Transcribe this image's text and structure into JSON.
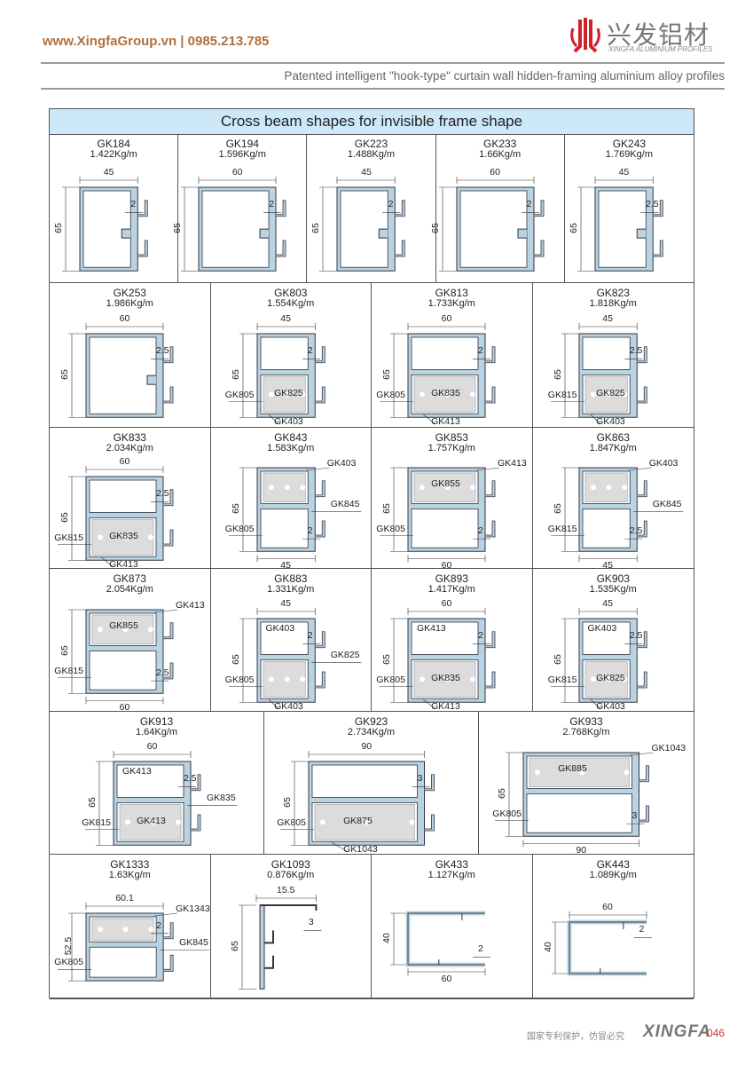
{
  "header": {
    "site": "www.XingfaGroup.vn | 0985.213.785",
    "logo_cn": "兴发铝材",
    "logo_en": "XINGFA ALUMINIUM PROFILES",
    "subtitle": "Patented intelligent \"hook-type\" curtain wall hidden-framing aluminium alloy profiles"
  },
  "table": {
    "title": "Cross beam shapes for invisible frame shape",
    "rows": [
      [
        {
          "code": "GK184",
          "weight": "1.422Kg/m",
          "w": "45",
          "h": "65",
          "gap": "2",
          "wpos": "top",
          "parts": []
        },
        {
          "code": "GK194",
          "weight": "1.596Kg/m",
          "w": "60",
          "h": "65",
          "gap": "2",
          "wpos": "top",
          "parts": []
        },
        {
          "code": "GK223",
          "weight": "1.488Kg/m",
          "w": "45",
          "h": "65",
          "gap": "2",
          "wpos": "top",
          "parts": []
        },
        {
          "code": "GK233",
          "weight": "1.66Kg/m",
          "w": "60",
          "h": "65",
          "gap": "2",
          "wpos": "top",
          "parts": []
        },
        {
          "code": "GK243",
          "weight": "1.769Kg/m",
          "w": "45",
          "h": "65",
          "gap": "2.5",
          "wpos": "top",
          "parts": []
        }
      ],
      [
        {
          "code": "GK253",
          "weight": "1.986Kg/m",
          "w": "60",
          "h": "65",
          "gap": "2.5",
          "wpos": "top",
          "parts": []
        },
        {
          "code": "GK803",
          "weight": "1.554Kg/m",
          "w": "45",
          "h": "65",
          "gap": "2",
          "wpos": "top",
          "parts": [
            {
              "t": "GK805",
              "s": "left"
            },
            {
              "t": "GK825",
              "s": "inner"
            },
            {
              "t": "GK403",
              "s": "bottom"
            }
          ]
        },
        {
          "code": "GK813",
          "weight": "1.733Kg/m",
          "w": "60",
          "h": "65",
          "gap": "2",
          "wpos": "top",
          "parts": [
            {
              "t": "GK805",
              "s": "left"
            },
            {
              "t": "GK835",
              "s": "inner"
            },
            {
              "t": "GK413",
              "s": "bottom"
            }
          ]
        },
        {
          "code": "GK823",
          "weight": "1.818Kg/m",
          "w": "45",
          "h": "65",
          "gap": "2.5",
          "wpos": "top",
          "parts": [
            {
              "t": "GK815",
              "s": "left"
            },
            {
              "t": "GK825",
              "s": "inner"
            },
            {
              "t": "GK403",
              "s": "bottom"
            }
          ]
        }
      ],
      [
        {
          "code": "GK833",
          "weight": "2.034Kg/m",
          "w": "60",
          "h": "65",
          "gap": "2.5",
          "wpos": "top",
          "parts": [
            {
              "t": "GK815",
              "s": "left"
            },
            {
              "t": "GK835",
              "s": "inner"
            },
            {
              "t": "GK413",
              "s": "bottom"
            }
          ]
        },
        {
          "code": "GK843",
          "weight": "1.583Kg/m",
          "w": "45",
          "h": "65",
          "gap": "2",
          "wpos": "bottom",
          "upper": true,
          "parts": [
            {
              "t": "GK403",
              "s": "top"
            },
            {
              "t": "GK805",
              "s": "left"
            },
            {
              "t": "GK845",
              "s": "right"
            }
          ]
        },
        {
          "code": "GK853",
          "weight": "1.757Kg/m",
          "w": "60",
          "h": "65",
          "gap": "2",
          "wpos": "bottom",
          "upper": true,
          "parts": [
            {
              "t": "GK413",
              "s": "top"
            },
            {
              "t": "GK805",
              "s": "left"
            },
            {
              "t": "GK855",
              "s": "inner"
            }
          ]
        },
        {
          "code": "GK863",
          "weight": "1.847Kg/m",
          "w": "45",
          "h": "65",
          "gap": "2.5",
          "wpos": "bottom",
          "upper": true,
          "parts": [
            {
              "t": "GK403",
              "s": "top"
            },
            {
              "t": "GK815",
              "s": "left"
            },
            {
              "t": "GK845",
              "s": "right"
            }
          ]
        }
      ],
      [
        {
          "code": "GK873",
          "weight": "2.054Kg/m",
          "w": "60",
          "h": "65",
          "gap": "2.5",
          "wpos": "bottom",
          "upper": true,
          "parts": [
            {
              "t": "GK413",
              "s": "top"
            },
            {
              "t": "GK815",
              "s": "left"
            },
            {
              "t": "GK855",
              "s": "inner"
            }
          ]
        },
        {
          "code": "GK883",
          "weight": "1.331Kg/m",
          "w": "45",
          "h": "65",
          "gap": "2",
          "wpos": "top",
          "parts": [
            {
              "t": "GK403",
              "s": "innertop"
            },
            {
              "t": "GK805",
              "s": "left"
            },
            {
              "t": "GK825",
              "s": "right"
            },
            {
              "t": "GK403",
              "s": "bottom"
            }
          ]
        },
        {
          "code": "GK893",
          "weight": "1.417Kg/m",
          "w": "60",
          "h": "65",
          "gap": "2",
          "wpos": "top",
          "parts": [
            {
              "t": "GK413",
              "s": "innertop"
            },
            {
              "t": "GK805",
              "s": "left"
            },
            {
              "t": "GK835",
              "s": "inner"
            },
            {
              "t": "GK413",
              "s": "bottom"
            }
          ]
        },
        {
          "code": "GK903",
          "weight": "1.535Kg/m",
          "w": "45",
          "h": "65",
          "gap": "2.5",
          "wpos": "top",
          "parts": [
            {
              "t": "GK403",
              "s": "innertop"
            },
            {
              "t": "GK815",
              "s": "left"
            },
            {
              "t": "GK825",
              "s": "inner"
            },
            {
              "t": "GK403",
              "s": "bottom"
            }
          ]
        }
      ],
      [
        {
          "code": "GK913",
          "weight": "1.64Kg/m",
          "w": "60",
          "h": "65",
          "gap": "2.5",
          "wpos": "top",
          "parts": [
            {
              "t": "GK413",
              "s": "innertop"
            },
            {
              "t": "GK815",
              "s": "left"
            },
            {
              "t": "GK835",
              "s": "right"
            },
            {
              "t": "GK413",
              "s": "inner"
            }
          ]
        },
        {
          "code": "GK923",
          "weight": "2.734Kg/m",
          "w": "90",
          "h": "65",
          "gap": "3",
          "wpos": "top",
          "parts": [
            {
              "t": "GK805",
              "s": "left"
            },
            {
              "t": "GK875",
              "s": "inner"
            },
            {
              "t": "GK1043",
              "s": "bottom"
            }
          ]
        },
        {
          "code": "GK933",
          "weight": "2.768Kg/m",
          "w": "90",
          "h": "65",
          "gap": "3",
          "wpos": "bottom",
          "upper": true,
          "parts": [
            {
              "t": "GK1043",
              "s": "top"
            },
            {
              "t": "GK805",
              "s": "left"
            },
            {
              "t": "GK885",
              "s": "inner"
            }
          ]
        }
      ],
      [
        {
          "code": "GK1333",
          "weight": "1.63Kg/m",
          "w": "60.1",
          "h": "52.5",
          "gap": "2",
          "wpos": "top",
          "upper": true,
          "parts": [
            {
              "t": "GK1343",
              "s": "top"
            },
            {
              "t": "GK805",
              "s": "left"
            },
            {
              "t": "GK845",
              "s": "right"
            }
          ]
        },
        {
          "code": "GK1093",
          "weight": "0.876Kg/m",
          "w": "15.5",
          "h": "65",
          "gap": "3",
          "wpos": "top",
          "open": "strip",
          "parts": []
        },
        {
          "code": "GK433",
          "weight": "1.127Kg/m",
          "w": "60",
          "h": "40",
          "gap": "2",
          "wpos": "bottom",
          "open": "channel",
          "parts": []
        },
        {
          "code": "GK443",
          "weight": "1.089Kg/m",
          "w": "60",
          "h": "40",
          "gap": "2",
          "wpos": "top",
          "open": "channel",
          "parts": []
        }
      ]
    ]
  },
  "footer": {
    "slogan": "国家专利保护，仿冒必究",
    "brand": "XINGFA",
    "page": "046"
  },
  "colors": {
    "site": "#b0703f",
    "title_bg": "#cde9f8",
    "profile": "#b9d3e0",
    "insert": "#dcdcdc",
    "logo_red": "#d0202a",
    "page_num": "#c0392b"
  }
}
